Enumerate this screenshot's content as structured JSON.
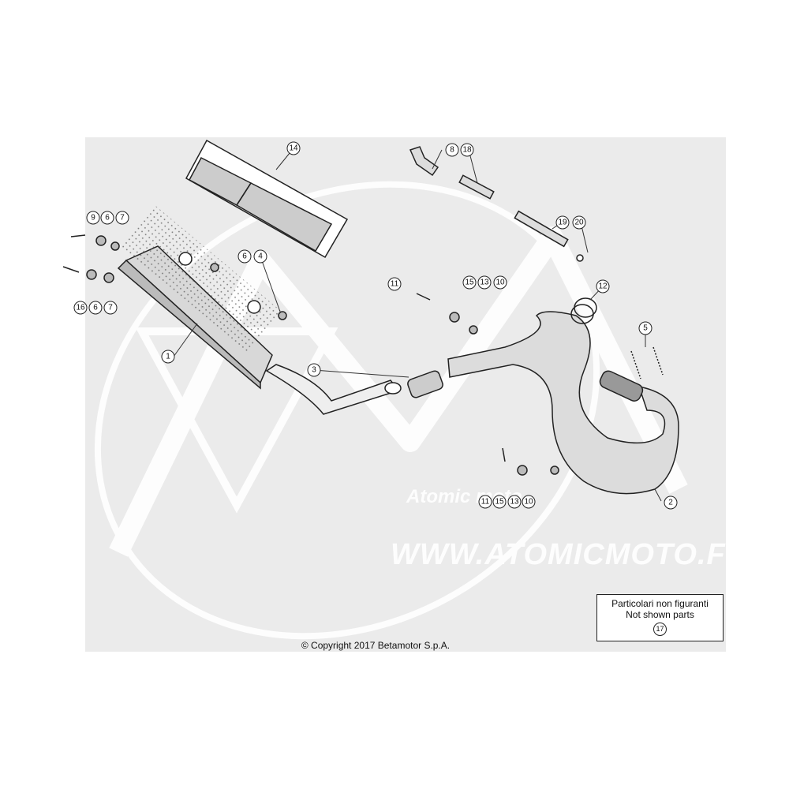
{
  "callouts": {
    "c1": "1",
    "c2": "2",
    "c3": "3",
    "c4": "4",
    "c5": "5",
    "c6a": "6",
    "c6b": "6",
    "c6c": "6",
    "c7a": "7",
    "c7b": "7",
    "c8": "8",
    "c9": "9",
    "c10a": "10",
    "c10b": "10",
    "c11a": "11",
    "c11b": "11",
    "c12": "12",
    "c13a": "13",
    "c13b": "13",
    "c14": "14",
    "c15a": "15",
    "c15b": "15",
    "c16": "16",
    "c18": "18",
    "c19": "19",
    "c20": "20"
  },
  "legend": {
    "line1": "Particolari non figuranti",
    "line2": "Not shown parts",
    "number": "17"
  },
  "copyright": "© Copyright 2017 Betamotor S.p.A.",
  "watermark": {
    "url": "WWW.ATOMICMOTO.FR",
    "logo": "Atomic moto"
  }
}
